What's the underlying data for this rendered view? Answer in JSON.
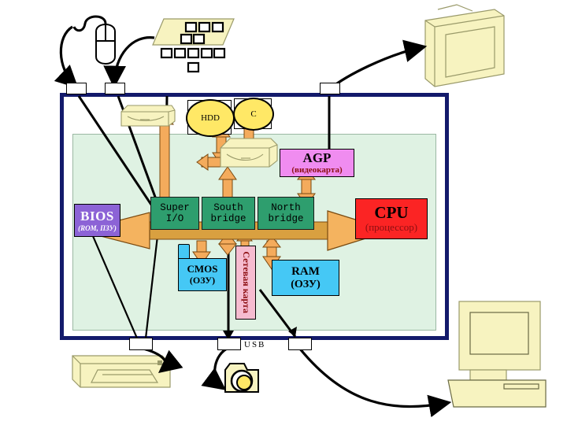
{
  "diagram": {
    "title": "Computer motherboard block diagram",
    "colors": {
      "board_border": "#131a6b",
      "board_fill": "#dff2e3",
      "chipset": "#2e9e6e",
      "cpu": "#fb2424",
      "agp": "#f08cf0",
      "memory": "#45c8f5",
      "bios": "#8c63d6",
      "network": "#f6bcd0",
      "bus": "#e8a33d",
      "case_fill": "#f7f3c0"
    }
  },
  "chipset": [
    {
      "id": "super-io",
      "line1": "Super",
      "line2": "I/O"
    },
    {
      "id": "south-bridge",
      "line1": "South",
      "line2": "bridge"
    },
    {
      "id": "north-bridge",
      "line1": "North",
      "line2": "bridge"
    }
  ],
  "components": {
    "bios": {
      "title": "BIOS",
      "subtitle": "(ROM, ПЗУ)"
    },
    "cpu": {
      "title": "CPU",
      "subtitle": "(процессор)"
    },
    "agp": {
      "title": "AGP",
      "subtitle": "(видеокарта)"
    },
    "ram": {
      "title": "RAM",
      "subtitle": "(ОЗУ)"
    },
    "cmos": {
      "title": "CMOS",
      "subtitle": "(ОЗУ)"
    },
    "netcard": {
      "label": "Сетевая карта"
    }
  },
  "drives": {
    "hdd": {
      "label": "HDD"
    },
    "cd": {
      "label": "C"
    }
  },
  "ports": {
    "usb_label": "USB",
    "top": [
      {
        "id": "mouse-port"
      },
      {
        "id": "keyboard-port"
      },
      {
        "id": "agp-video-port"
      }
    ],
    "bottom": [
      {
        "id": "usb-port-printer"
      },
      {
        "id": "usb-port-camera"
      },
      {
        "id": "usb-port-computer"
      }
    ]
  },
  "peripherals": [
    {
      "id": "mouse",
      "name": "mouse"
    },
    {
      "id": "keyboard",
      "name": "keyboard"
    },
    {
      "id": "monitor",
      "name": "crt-monitor"
    },
    {
      "id": "printer",
      "name": "printer"
    },
    {
      "id": "camera",
      "name": "digital-camera"
    },
    {
      "id": "computer",
      "name": "desktop-computer"
    }
  ]
}
